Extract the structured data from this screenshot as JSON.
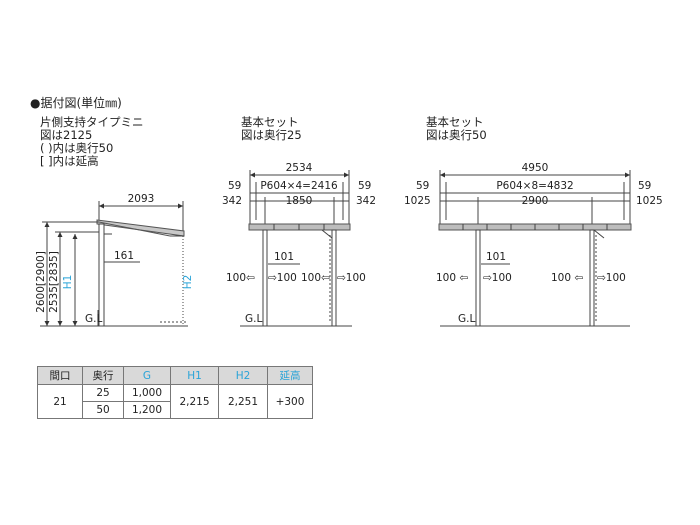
{
  "heading": "●据付図(単位㎜)",
  "captions": {
    "left": [
      "片側支持タイプミニ",
      "図は2125",
      "(  )内は奥行50",
      "[  ]内は延高"
    ],
    "middle": [
      "基本セット",
      "図は奥行25"
    ],
    "right": [
      "基本セット",
      "図は奥行50"
    ]
  },
  "left_drawing": {
    "top_width": "2093",
    "dim_161": "161",
    "h1": "H1",
    "h2": "H2",
    "height_outer": "2600[2900]",
    "height_inner": "2535[2835]",
    "gl": "G.L"
  },
  "middle_drawing": {
    "total": "2534",
    "end_left": "59",
    "pitch": "P604×4=2416",
    "end_right": "59",
    "over_left": "342",
    "span": "1850",
    "over_right": "342",
    "dim_101": "101",
    "arrows": [
      "100⇦",
      "⇨100",
      "100⇦",
      "⇨100"
    ],
    "gl": "G.L"
  },
  "right_drawing": {
    "total": "4950",
    "end_left": "59",
    "pitch": "P604×8=4832",
    "end_right": "59",
    "over_left": "1025",
    "span": "2900",
    "over_right": "1025",
    "dim_101": "101",
    "arrows": [
      "100 ⇦",
      "⇨100",
      "100 ⇦",
      "⇨100"
    ],
    "gl": "G.L"
  },
  "table": {
    "headers": [
      "間口",
      "奥行",
      "G",
      "H1",
      "H2",
      "延高"
    ],
    "width": "21",
    "rows": [
      [
        "25",
        "1,000"
      ],
      [
        "50",
        "1,200"
      ]
    ],
    "h1": "2,215",
    "h2": "2,251",
    "ext": "+300"
  },
  "colors": {
    "accent_blue": "#2aa4d8",
    "line": "#444444",
    "roof": "#bdbdbd"
  }
}
